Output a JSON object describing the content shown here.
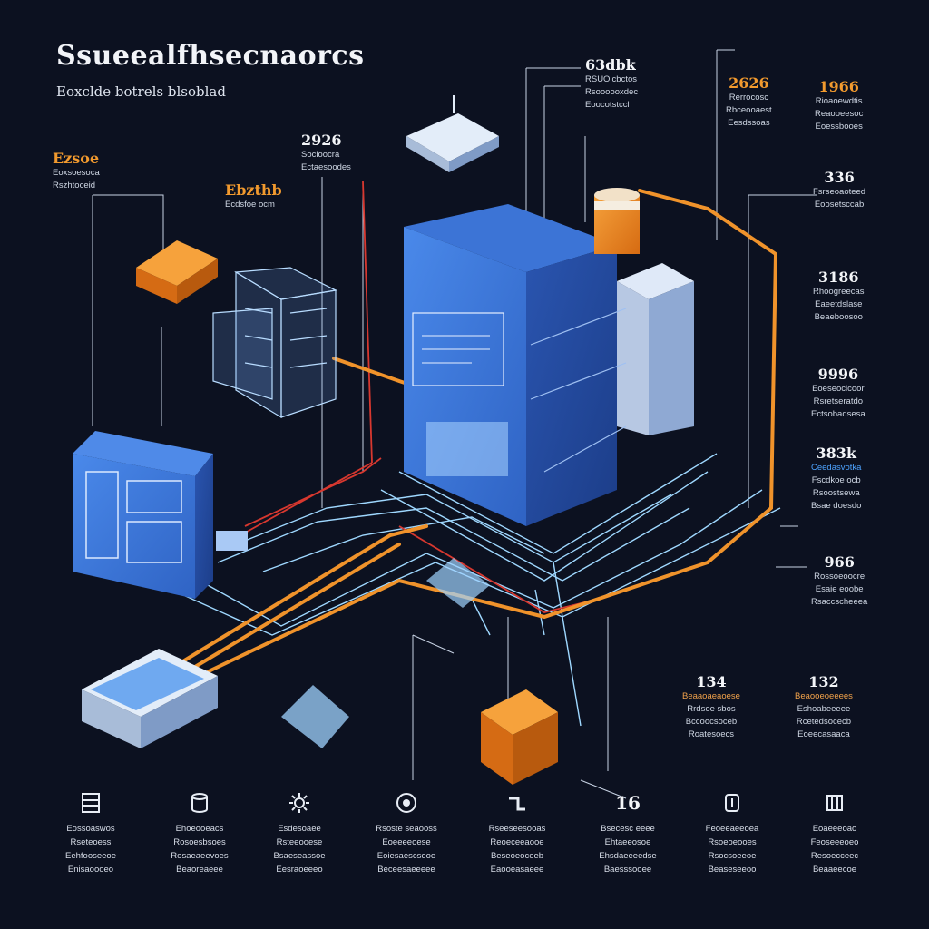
{
  "title": "Ssueealfhsecnaorcs",
  "subtitle": "Eoxclde botrels blsoblad",
  "colors": {
    "background": "#0c1120",
    "blue_block": "#3d78d8",
    "orange_pipe": "#f0932b",
    "red_wire": "#d8382f",
    "cyan_wire": "#8fd3ff"
  },
  "left_callout": {
    "value": "Ezsoe",
    "lines": [
      "Eoxsoesoca",
      "Rszhtoceid"
    ]
  },
  "mid_callout_a": {
    "value": "2926",
    "lines": [
      "Socioocra",
      "Ectaesoodes"
    ]
  },
  "mid_callout_b": {
    "value": "Ebzthb",
    "lines": [
      "Ecdsfoe ocm"
    ]
  },
  "top_callout": {
    "value": "63dbk",
    "lines": [
      "RSUOlcbctos",
      "Rsoooooxdec",
      "Eoocotstccl"
    ]
  },
  "right_top_callouts": [
    {
      "value": "2626",
      "lines": [
        "Rerrocosc",
        "Rbceooaest",
        "Eesdssoas"
      ]
    },
    {
      "value": "1966",
      "lines": [
        "Rioaoewdtis",
        "Reaooeesoc",
        "Eoessbooes"
      ]
    }
  ],
  "right_callouts": [
    {
      "value": "336",
      "lines": [
        "Fsrseoaoteed",
        "Eoosetsccab"
      ]
    },
    {
      "value": "3186",
      "lines": [
        "Rhoogreecas",
        "Eaeetdslase",
        "Beaeboosoo"
      ]
    },
    {
      "value": "9996",
      "lines": [
        "Eoeseocicoor",
        "Rsretseratdo",
        "Ectsobadsesa"
      ]
    },
    {
      "value": "383k",
      "lines": [
        "Ceedasvotka",
        "Fscdkoe ocb",
        "Rsoostsewa",
        "Bsae doesdo"
      ]
    },
    {
      "value": "966",
      "lines": [
        "Rossoeoocre",
        "Esaie eoobe",
        "Rsaccscheeea"
      ]
    }
  ],
  "lower_callouts": [
    {
      "value": "134",
      "lines": [
        "Beaaoaeaoese",
        "Rrdsoe sbos",
        "Bccoocsoceb",
        "Roatesoecs"
      ]
    },
    {
      "value": "132",
      "lines": [
        "Beaooeoeeees",
        "Eshoabeeeee",
        "Rcetedsocecb",
        "Eoeecasaaca"
      ]
    }
  ],
  "bottom_row": [
    {
      "icon": "server-rack-icon",
      "lines": [
        "Eossoaswos",
        "Rseteoess",
        "Eehfooseeoe",
        "Enisaoooeo"
      ]
    },
    {
      "icon": "database-icon",
      "lines": [
        "Ehoeooeacs",
        "Rosoesbsoes",
        "Rosaeaeevoes",
        "Beaoreaeee"
      ]
    },
    {
      "icon": "gear-icon",
      "lines": [
        "Esdesoaee",
        "Rsteeooese",
        "Bsaeseassoe",
        "Eesraoeeeo"
      ]
    },
    {
      "icon": "network-icon",
      "lines": [
        "Rsoste seaooss",
        "Eoeeeeoese",
        "Eoiesaescseoe",
        "Beceesaeeeee"
      ]
    },
    {
      "icon": "pipe-icon",
      "lines": [
        "Rseeseesooas",
        "Reoeceeaooe",
        "Beseoeoceeb",
        "Eaooeasaeee"
      ]
    },
    {
      "value": "16",
      "lines": [
        "Bsecesc eeee",
        "Ehtaeeosoe",
        "Ehsdaeeeedse",
        "Baesssooee"
      ]
    },
    {
      "icon": "tank-icon",
      "lines": [
        "Feoeeaeeoea",
        "Rsoeoeooes",
        "Rsocsoeeoe",
        "Beaseseeoo"
      ]
    },
    {
      "icon": "valve-icon",
      "lines": [
        "Eoaeeeoao",
        "Feoseeeoeo",
        "Resoecceec",
        "Beaaeecoe"
      ]
    }
  ]
}
